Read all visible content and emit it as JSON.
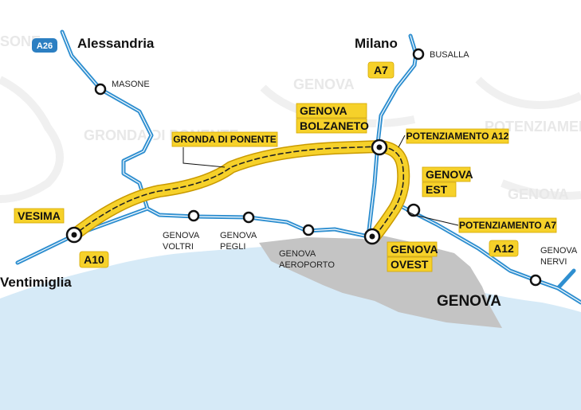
{
  "map": {
    "ghost_labels": [
      "GENOVA",
      "GRONDA DI PONENTE",
      "POTENZIAMENTO",
      "GENOVA",
      "SONE"
    ],
    "cities": {
      "alessandria": "Alessandria",
      "milano": "Milano",
      "ventimiglia": "Ventimiglia",
      "genova": "GENOVA"
    },
    "highway_badges": {
      "a26": "A26",
      "a7": "A7",
      "a10": "A10",
      "a12": "A12"
    },
    "yellow_labels": {
      "gronda": "GRONDA DI PONENTE",
      "bolzaneto_1": "GENOVA",
      "bolzaneto_2": "BOLZANETO",
      "potenziamento_a12": "POTENZIAMENTO A12",
      "potenziamento_a7": "POTENZIAMENTO A7",
      "genova_est_1": "GENOVA",
      "genova_est_2": "EST",
      "genova_ovest_1": "GENOVA",
      "genova_ovest_2": "OVEST",
      "vesima": "VESIMA"
    },
    "stops": {
      "masone": "MASONE",
      "busalla": "BUSALLA",
      "voltri_1": "GENOVA",
      "voltri_2": "VOLTRI",
      "pegli_1": "GENOVA",
      "pegli_2": "PEGLI",
      "aeroporto_1": "GENOVA",
      "aeroporto_2": "AEROPORTO",
      "nervi_1": "GENOVA",
      "nervi_2": "NERVI"
    },
    "colors": {
      "sea": "#d6eaf7",
      "city_area": "#c4c4c4",
      "highway": "#2f8fd0",
      "gronda": "#f6d12a",
      "badge_blue": "#2c7fc2"
    }
  }
}
